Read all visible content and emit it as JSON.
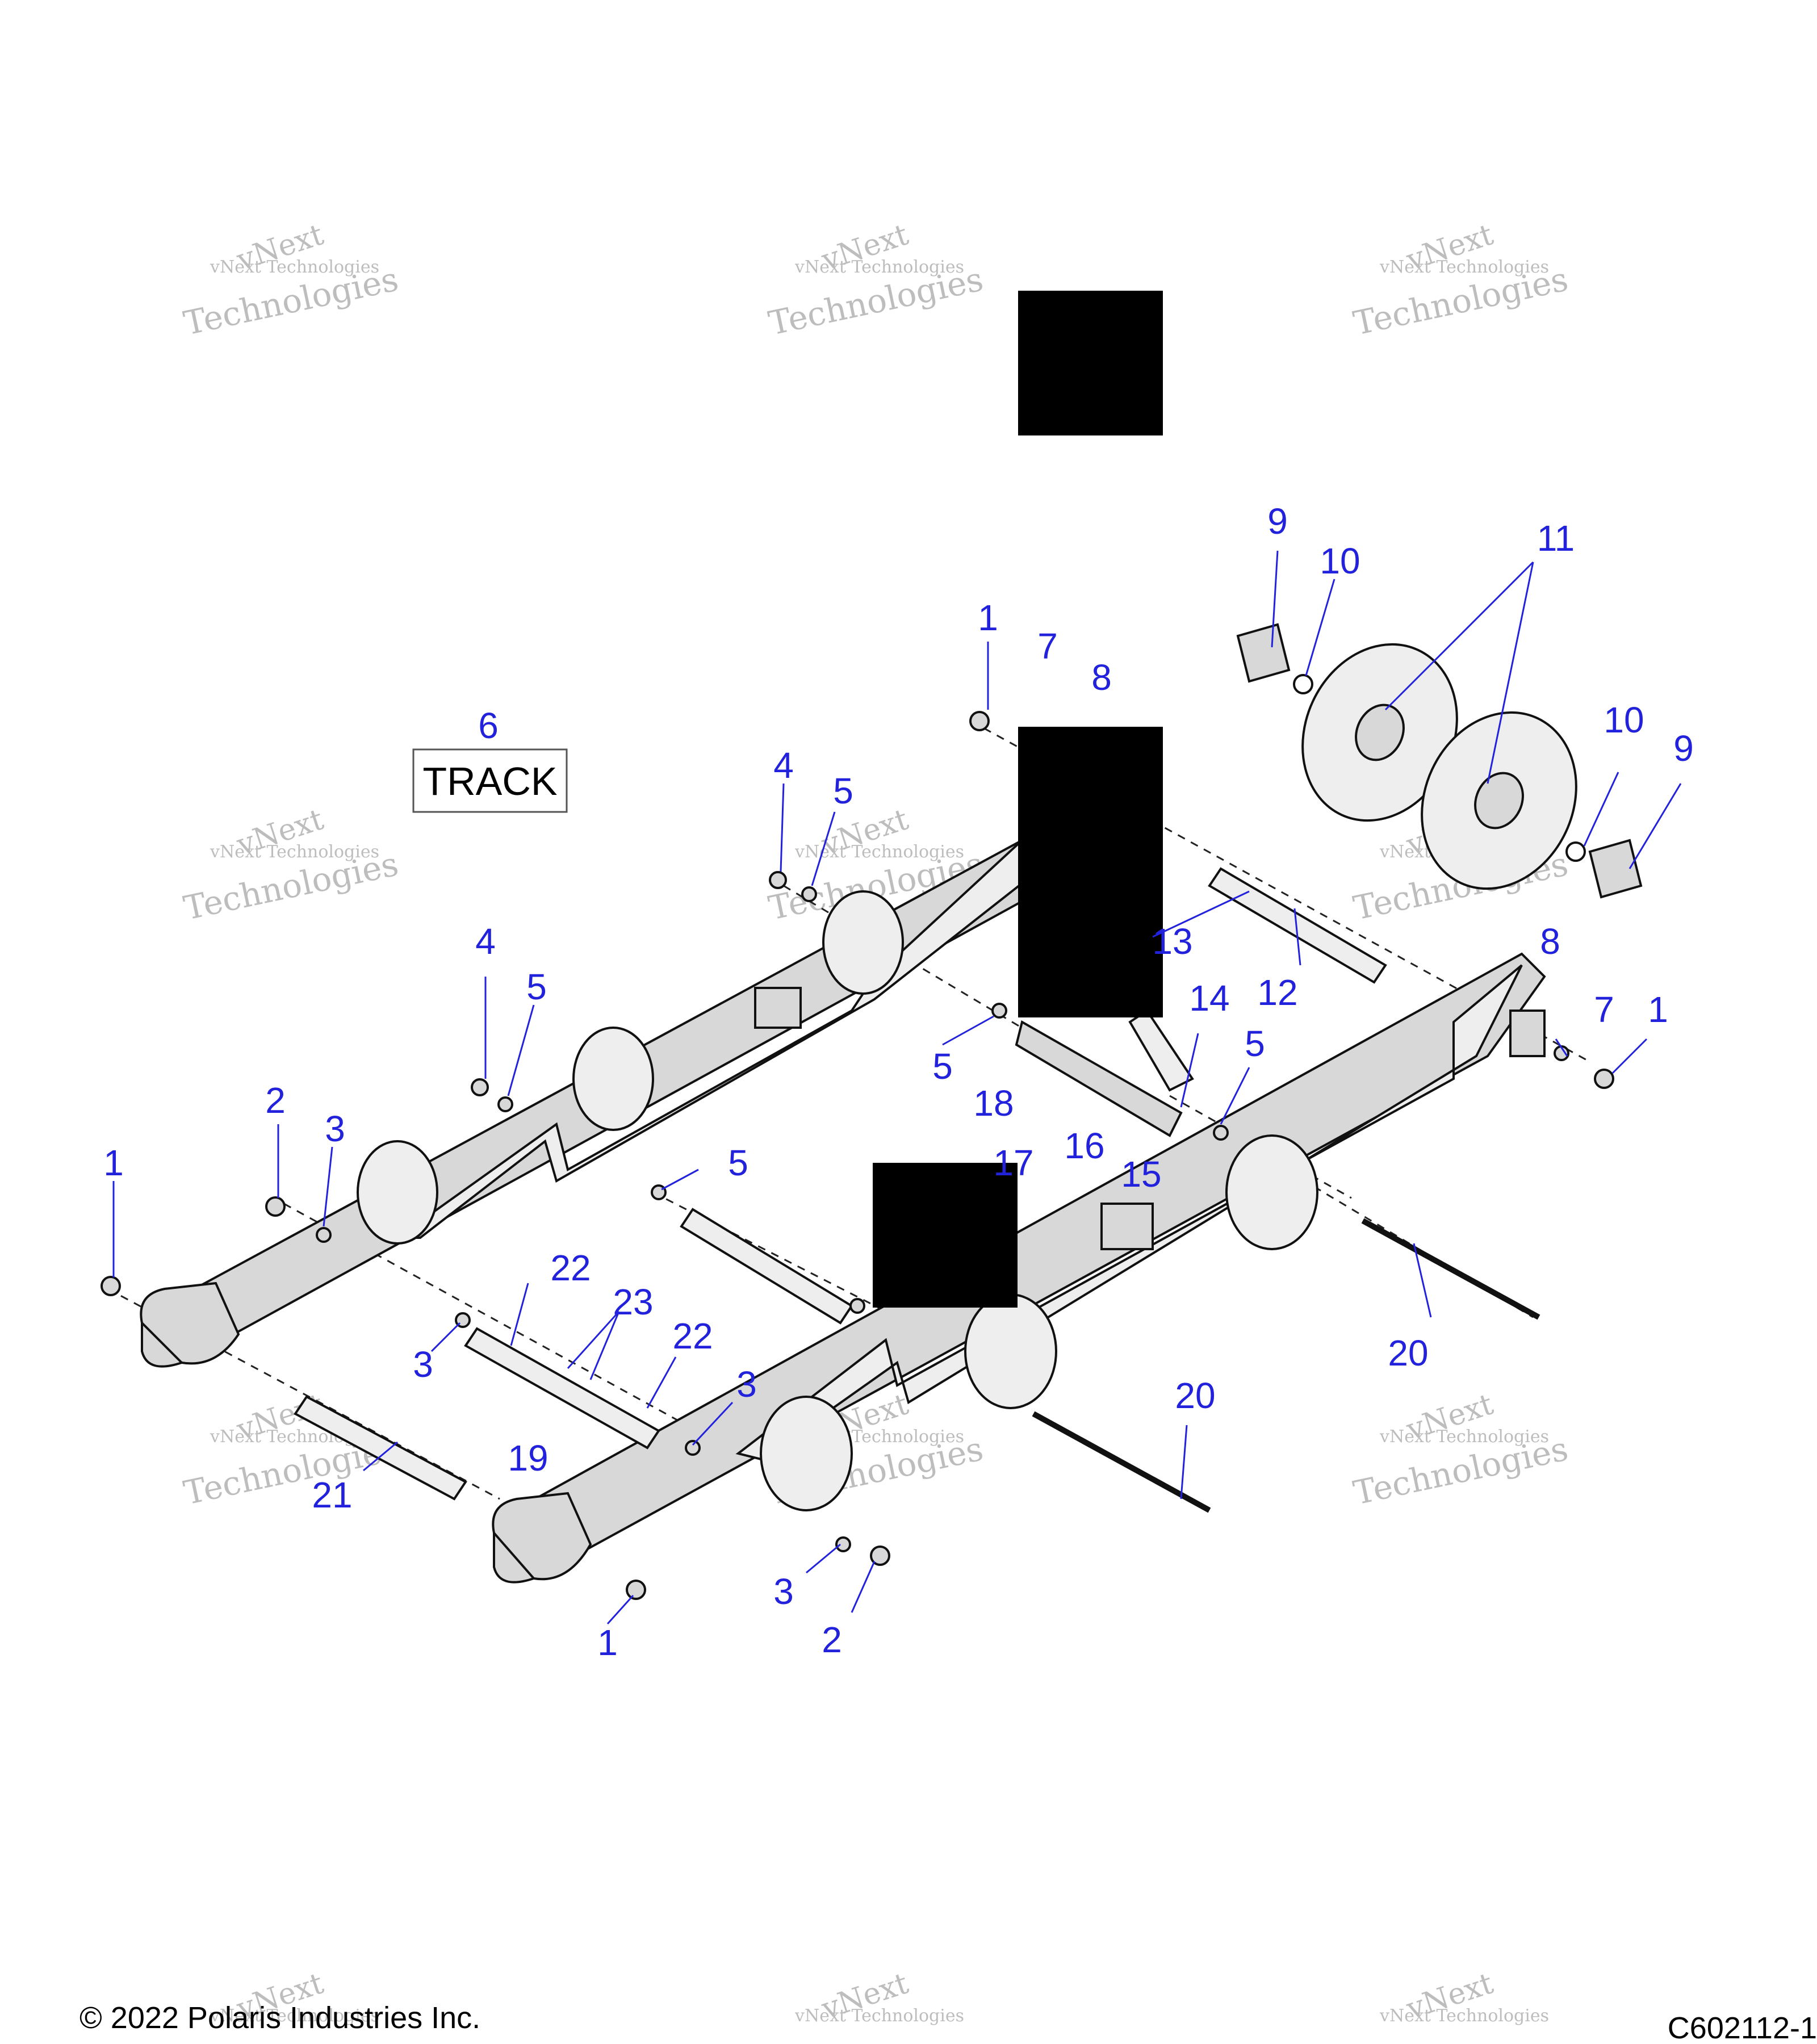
{
  "track_label": "TRACK",
  "copyright": "© 2022 Polaris Industries Inc.",
  "figure_id": "C602112-1",
  "watermark": {
    "line1": "vNext Technologies",
    "line2": "vNext",
    "line3": "Technologies"
  },
  "callouts": [
    "1",
    "2",
    "3",
    "4",
    "5",
    "6",
    "7",
    "8",
    "9",
    "10",
    "11",
    "12",
    "13",
    "14",
    "15",
    "16",
    "17",
    "18",
    "19",
    "20",
    "21",
    "22",
    "23"
  ]
}
